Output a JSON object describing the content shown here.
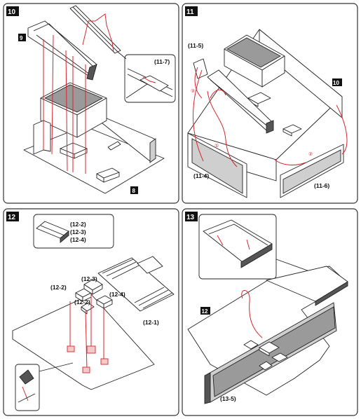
{
  "panels": [
    {
      "number": "10",
      "callouts": {
        "part_9": "9",
        "part_8": "8",
        "detail": "(11-7)"
      }
    },
    {
      "number": "11",
      "callouts": {
        "part_10": "10",
        "l_11_5": "(11-5)",
        "l_11_4": "(11-4)",
        "l_11_6": "(11-6)",
        "c1": "①",
        "c2": "②",
        "c3": "③"
      }
    },
    {
      "number": "12",
      "callouts": {
        "inset_a": "(12-2)",
        "inset_b": "(12-3)",
        "inset_c": "(12-4)",
        "l_12_2a": "(12-2)",
        "l_12_3": "(12-3)",
        "l_12_2b": "(12-2)",
        "l_12_4": "(12-4)",
        "l_12_1": "(12-1)"
      }
    },
    {
      "number": "13",
      "callouts": {
        "part_12": "12",
        "l_13_5": "(13-5)"
      }
    }
  ],
  "colors": {
    "guide_line": "#d8262e",
    "panel_shade": "#9a9a9a",
    "border": "#333333"
  }
}
